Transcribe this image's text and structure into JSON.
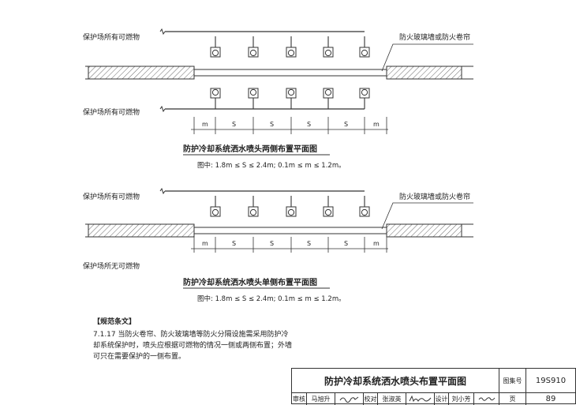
{
  "labels": {
    "protect_flammable": "保护场所有可燃物",
    "protect_nonflammable": "保护场所无可燃物",
    "fire_barrier": "防火玻璃墙或防火卷帘"
  },
  "dims": {
    "m": "m",
    "s": "S"
  },
  "diagram1": {
    "title": "防护冷却系统洒水喷头两侧布置平面图",
    "note": "图中: 1.8m ≤ S ≤ 2.4m;  0.1m ≤ m ≤ 1.2m。"
  },
  "diagram2": {
    "title": "防护冷却系统洒水喷头单侧布置平面图",
    "note": "图中: 1.8m ≤ S ≤ 2.4m;  0.1m ≤ m ≤ 1.2m。"
  },
  "clause": {
    "title": "【规范条文】",
    "lines": [
      "7.1.17  当防火卷帘、防火玻璃墙等防火分隔设施需采用防护冷",
      "却系统保护时，喷头应根据可燃物的情况一侧或两侧布置；外墙",
      "可只在需要保护的一侧布置。"
    ]
  },
  "title_block": {
    "title": "防护冷却系统洒水喷头布置平面图",
    "atlas_label": "图集号",
    "atlas_no": "19S910",
    "review_label": "审核",
    "reviewer": "马旭升",
    "check_label": "校对",
    "checker": "张淑英",
    "design_label": "设计",
    "designer": "刘小芳",
    "page_label": "页",
    "page_no": "89"
  }
}
